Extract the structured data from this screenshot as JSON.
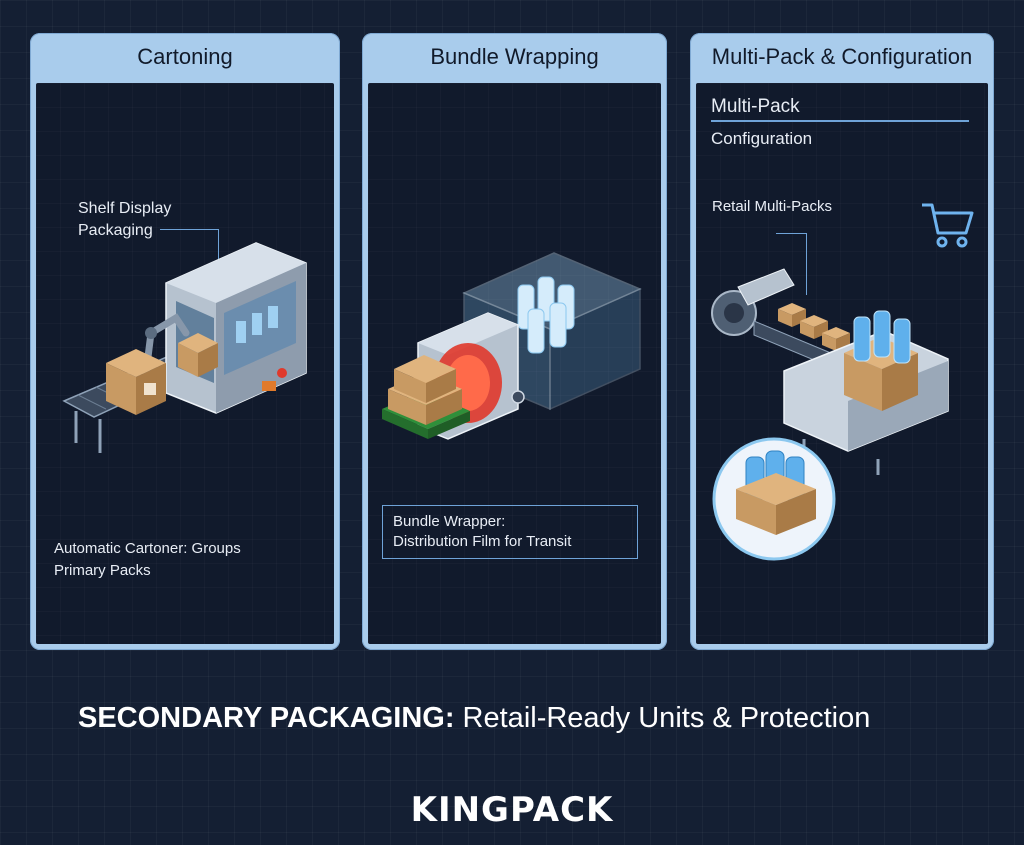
{
  "panels": [
    {
      "title": "Cartoning",
      "callout": "Shelf Display\nPackaging",
      "caption": "Automatic Cartoner: Groups\nPrimary Packs"
    },
    {
      "title": "Bundle Wrapping",
      "caption": "Bundle Wrapper:\nDistribution Film for Transit"
    },
    {
      "title": "Multi-Pack & Configuration",
      "subtitle_1": "Multi-Pack",
      "subtitle_2": "Configuration",
      "callout": "Retail Multi-Packs",
      "icon": "shopping-cart-icon"
    }
  ],
  "footer": {
    "title_strong": "SECONDARY PACKAGING:",
    "title_rest": " Retail-Ready Units & Protection"
  },
  "brand": "KINGPACK",
  "colors": {
    "background": "#141f33",
    "panel_frame": "#a9ccec",
    "accent_line": "#6fa3d8",
    "cardboard": "#c89a63",
    "bottle": "#5fb0ec",
    "heater_red": "#e0392b",
    "pallet_green": "#2f8f3a"
  }
}
